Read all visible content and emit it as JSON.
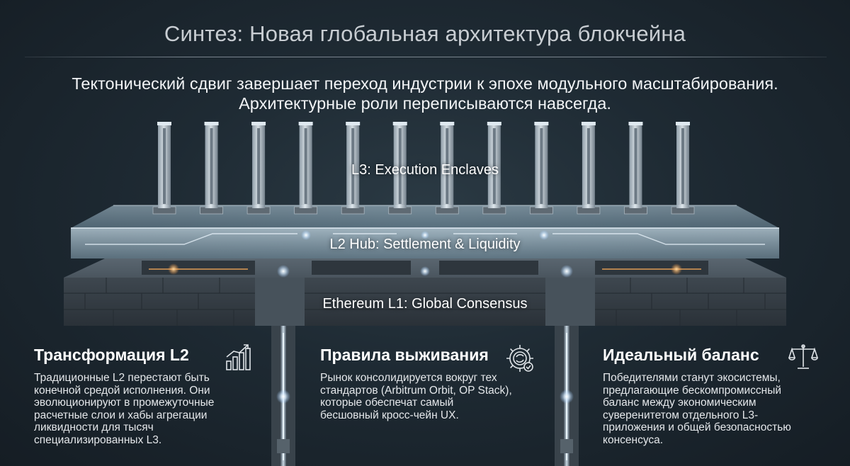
{
  "header": {
    "title": "Синтез: Новая глобальная архитектура блокчейна",
    "subtitle_lines": [
      "Тектонический сдвиг завершает переход индустрии к эпохе модульного масштабирования.",
      "Архитектурные роли переписываются навсегда."
    ]
  },
  "diagram": {
    "l3_label": "L3: Execution Enclaves",
    "l2_label": "L2 Hub: Settlement & Liquidity",
    "l1_label": "Ethereum L1: Global Consensus",
    "pillar_count": 12
  },
  "columns": [
    {
      "title": "Трансформация L2",
      "icon": "growth-chart-icon",
      "body_lines": [
        "Традиционные L2 перестают быть",
        "конечной средой исполнения. Они",
        "эволюционируют в промежуточные",
        "расчетные слои и хабы агрегации",
        "ликвидности для тысяч",
        "специализированных L3."
      ]
    },
    {
      "title": "Правила выживания",
      "icon": "gear-cycle-icon",
      "body_lines": [
        "Рынок консолидируется вокруг тех",
        "стандартов (Arbitrum Orbit, OP Stack),",
        "которые обеспечат самый",
        "бесшовный кросс-чейн UX."
      ]
    },
    {
      "title": "Идеальный баланс",
      "icon": "balance-scale-icon",
      "body_lines": [
        "Победителями станут экосистемы,",
        "предлагающие бескомпромиссный",
        "баланс между экономическим",
        "суверенитетом отдельного L3-",
        "приложения и общей безопасностью",
        "консенсуса."
      ]
    }
  ]
}
